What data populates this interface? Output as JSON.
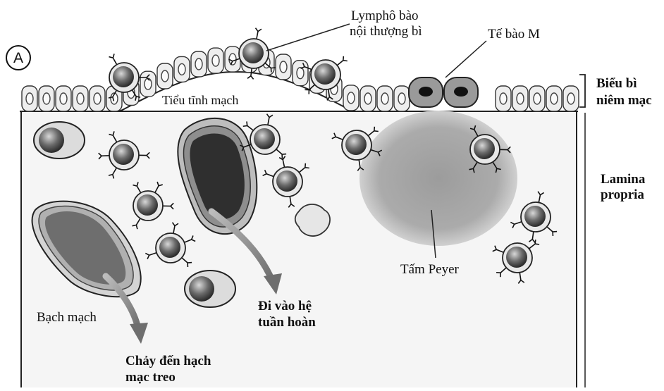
{
  "figure": {
    "panel_letter": "A",
    "labels": {
      "lympho_line1": "Lymphô bào",
      "lympho_line2": "nội thượng bì",
      "m_cell": "Tế bào M",
      "venule": "Tiểu tĩnh mạch",
      "epi_line1": "Biểu bì",
      "epi_line2": "niêm mạc",
      "lamina_line1": "Lamina",
      "lamina_line2": "propria",
      "peyer": "Tấm Peyer",
      "lymph_vessel": "Bạch mạch",
      "circ_line1": "Đi vào hệ",
      "circ_line2": "tuần hoàn",
      "node_line1": "Chảy đến hạch",
      "node_line2": "mạc treo"
    }
  },
  "colors": {
    "ink": "#111111",
    "tissue": "#f4f4f4",
    "cell_fill": "#ececec",
    "peyer_patch": "#a9a9a9",
    "lymphocyte_body": "#5a5a5a",
    "vessel_lumen": "#2e2e2e",
    "arrow": "#8a8a8a"
  }
}
